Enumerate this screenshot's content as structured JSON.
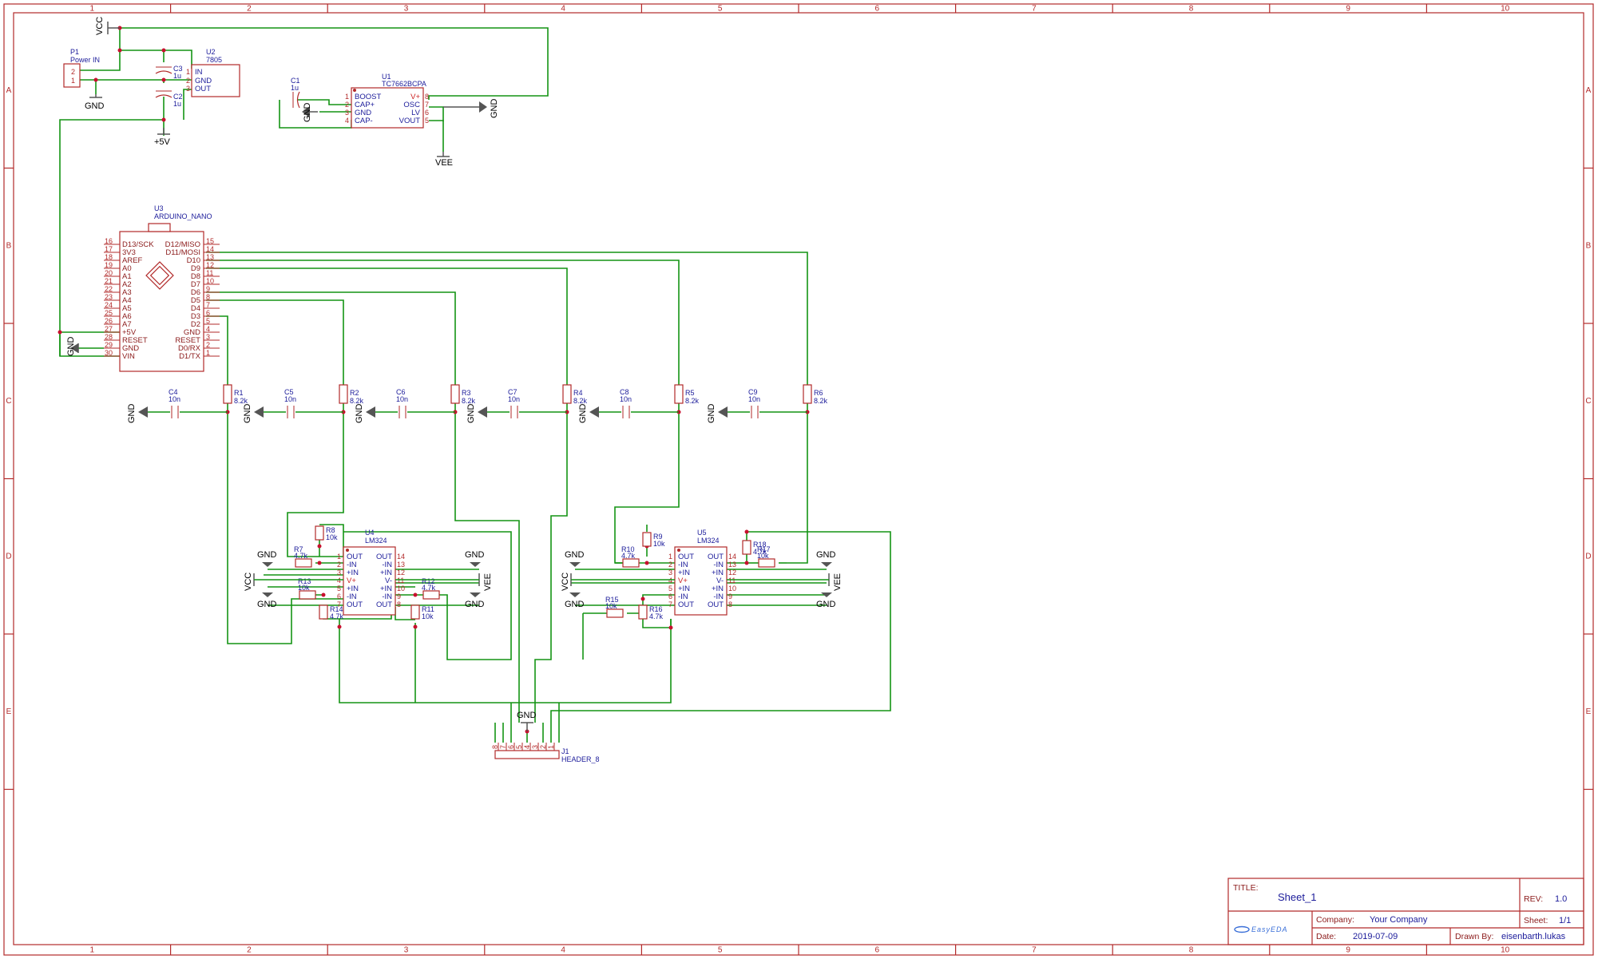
{
  "columns": [
    "1",
    "2",
    "3",
    "4",
    "5",
    "6",
    "7",
    "8",
    "9",
    "10"
  ],
  "rows": [
    "A",
    "B",
    "C",
    "D",
    "E"
  ],
  "nets": {
    "vcc": "VCC",
    "gnd": "GND",
    "vee": "VEE",
    "p5v": "+5V"
  },
  "connector_p1": {
    "ref": "P1",
    "value": "Power IN",
    "pins": [
      "2",
      "1"
    ]
  },
  "regulator_u2": {
    "ref": "U2",
    "value": "7805",
    "pins": [
      "IN",
      "GND",
      "OUT"
    ],
    "pinnums": [
      "1",
      "2",
      "3"
    ]
  },
  "caps_power": [
    {
      "ref": "C3",
      "value": "1u"
    },
    {
      "ref": "C2",
      "value": "1u"
    }
  ],
  "inverter_u1": {
    "ref": "U1",
    "value": "TC7662BCPA",
    "left_pins": [
      "BOOST",
      "CAP+",
      "GND",
      "CAP-"
    ],
    "left_nums": [
      "1",
      "2",
      "3",
      "4"
    ],
    "right_pins": [
      "V+",
      "OSC",
      "LV",
      "VOUT"
    ],
    "right_nums": [
      "8",
      "7",
      "6",
      "5"
    ]
  },
  "cap_c1": {
    "ref": "C1",
    "value": "1u"
  },
  "arduino_u3": {
    "ref": "U3",
    "value": "ARDUINO_NANO",
    "left_pins": [
      "D13/SCK",
      "3V3",
      "AREF",
      "A0",
      "A1",
      "A2",
      "A3",
      "A4",
      "A5",
      "A6",
      "A7",
      "+5V",
      "RESET",
      "GND",
      "VIN"
    ],
    "left_nums": [
      "16",
      "17",
      "18",
      "19",
      "20",
      "21",
      "22",
      "23",
      "24",
      "25",
      "26",
      "27",
      "28",
      "29",
      "30"
    ],
    "right_pins": [
      "D12/MISO",
      "D11/MOSI",
      "D10",
      "D9",
      "D8",
      "D7",
      "D6",
      "D5",
      "D4",
      "D3",
      "D2",
      "GND",
      "RESET",
      "D0/RX",
      "D1/TX"
    ],
    "right_nums": [
      "15",
      "14",
      "13",
      "12",
      "11",
      "10",
      "9",
      "8",
      "7",
      "6",
      "5",
      "4",
      "3",
      "2",
      "1"
    ]
  },
  "filters": [
    {
      "cap": "C4",
      "cval": "10n",
      "res": "R1",
      "rval": "8.2k"
    },
    {
      "cap": "C5",
      "cval": "10n",
      "res": "R2",
      "rval": "8.2k"
    },
    {
      "cap": "C6",
      "cval": "10n",
      "res": "R3",
      "rval": "8.2k"
    },
    {
      "cap": "C7",
      "cval": "10n",
      "res": "R4",
      "rval": "8.2k"
    },
    {
      "cap": "C8",
      "cval": "10n",
      "res": "R5",
      "rval": "8.2k"
    },
    {
      "cap": "C9",
      "cval": "10n",
      "res": "R6",
      "rval": "8.2k"
    }
  ],
  "opamp_u4": {
    "ref": "U4",
    "value": "LM324",
    "left_pins": [
      "OUT",
      "-IN",
      "+IN",
      "V+",
      "+IN",
      "-IN",
      "OUT"
    ],
    "left_nums": [
      "1",
      "2",
      "3",
      "4",
      "5",
      "6",
      "7"
    ],
    "right_pins": [
      "OUT",
      "-IN",
      "+IN",
      "V-",
      "+IN",
      "-IN",
      "OUT"
    ],
    "right_nums": [
      "14",
      "13",
      "12",
      "11",
      "10",
      "9",
      "8"
    ]
  },
  "opamp_u5": {
    "ref": "U5",
    "value": "LM324",
    "left_pins": [
      "OUT",
      "-IN",
      "+IN",
      "V+",
      "+IN",
      "-IN",
      "OUT"
    ],
    "left_nums": [
      "1",
      "2",
      "3",
      "4",
      "5",
      "6",
      "7"
    ],
    "right_pins": [
      "OUT",
      "-IN",
      "+IN",
      "V-",
      "+IN",
      "-IN",
      "OUT"
    ],
    "right_nums": [
      "14",
      "13",
      "12",
      "11",
      "10",
      "9",
      "8"
    ]
  },
  "resistors_u4": [
    {
      "ref": "R8",
      "value": "10k"
    },
    {
      "ref": "R7",
      "value": "4.7k"
    },
    {
      "ref": "R13",
      "value": "10k"
    },
    {
      "ref": "R14",
      "value": "4.7k"
    },
    {
      "ref": "R12",
      "value": "4.7k"
    },
    {
      "ref": "R11",
      "value": "10k"
    }
  ],
  "resistors_u5": [
    {
      "ref": "R9",
      "value": "10k"
    },
    {
      "ref": "R10",
      "value": "4.7k"
    },
    {
      "ref": "R15",
      "value": "10k"
    },
    {
      "ref": "R16",
      "value": "4.7k"
    },
    {
      "ref": "R18",
      "value": "4.7k"
    },
    {
      "ref": "R17",
      "value": "10k"
    }
  ],
  "header_j1": {
    "ref": "J1",
    "value": "HEADER_8",
    "pins": [
      "8",
      "7",
      "6",
      "5",
      "4",
      "3",
      "2",
      "1"
    ]
  },
  "title_block": {
    "title_label": "TITLE:",
    "title": "Sheet_1",
    "rev_label": "REV:",
    "rev": "1.0",
    "company_label": "Company:",
    "company": "Your Company",
    "sheet_label": "Sheet:",
    "sheet": "1/1",
    "date_label": "Date:",
    "date": "2019-07-09",
    "drawn_label": "Drawn By:",
    "drawn_by": "eisenbarth.lukas",
    "logo_text": "EasyEDA"
  },
  "colors": {
    "frame": "#b22a2a",
    "wire": "#149414",
    "junction": "#c8102e",
    "designator": "#1b1b9a"
  }
}
